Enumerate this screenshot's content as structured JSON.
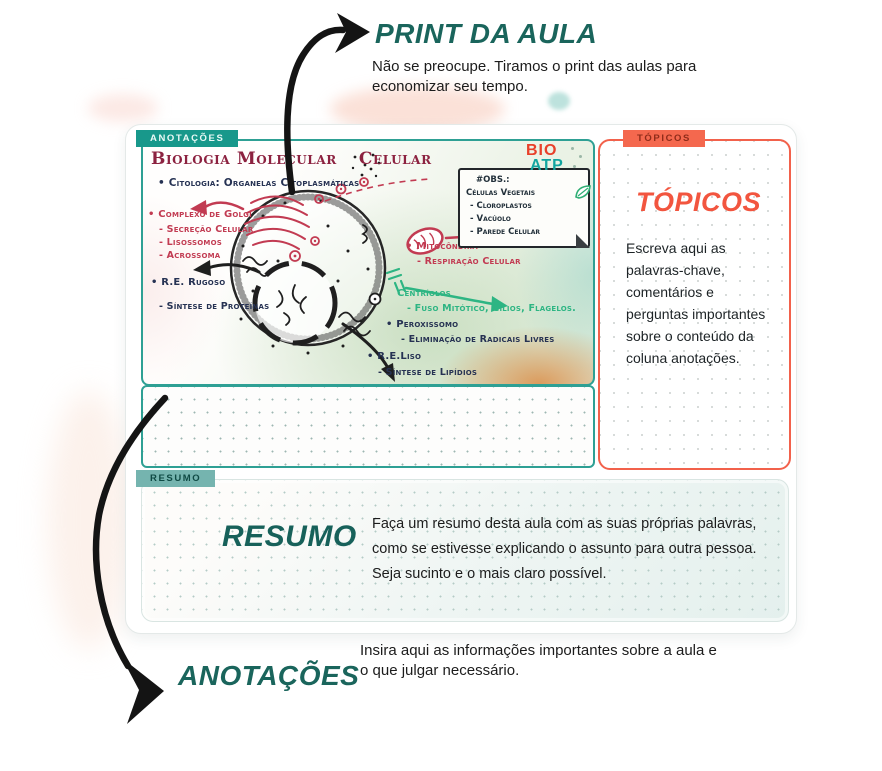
{
  "colors": {
    "teal_accent": "#18988b",
    "dark_teal_heading": "#1a655c",
    "coral_accent": "#f2614b",
    "maroon_title": "#8c2240",
    "note_red": "#c23b52",
    "note_green": "#2db583",
    "note_dark": "#263253"
  },
  "print_callout": {
    "title": "PRINT DA AULA",
    "description": "Não se preocupe. Tiramos o print das aulas para economizar seu tempo."
  },
  "annotations_callout": {
    "title": "ANOTAÇÕES",
    "description": "Insira aqui as informações importantes sobre a aula e o que julgar necessário."
  },
  "annotations_panel": {
    "badge": "ANOTAÇÕES",
    "lecture": {
      "title_left": "Biologia Molecular",
      "title_right": "Celular",
      "subtitle": "• Citologia: Organelas Citoplasmáticas",
      "golgi_label": "• Complexo de Golgi",
      "golgi_sub_1": "- Secreção Celular",
      "golgi_sub_2": "- Lisossomos",
      "golgi_sub_3": "- Acrossoma",
      "rer_label": "• R.E. Rugoso",
      "rer_sub": "- Síntese de Proteínas",
      "mito_label": "• Mitocôndria",
      "mito_sub": "- Respiração Celular",
      "centriolos_label": "Centríolos",
      "centriolos_sub": "- Fuso Mitótico, Cílios, Flagelos.",
      "peroxissomo_label": "• Peroxissomo",
      "peroxissomo_sub": "- Eliminação de Radicais Livres",
      "rel_label": "• R.E.Liso",
      "rel_sub": "- Síntese de Lipídios",
      "obs": {
        "line1": "#OBS.:",
        "line2": "Células Vegetais",
        "line3": "- Cloroplastos",
        "line4": "- Vacúolo",
        "line5": "- Parede Celular"
      },
      "logo_bio": "BIO",
      "logo_atp": "ATP"
    }
  },
  "topics_panel": {
    "badge": "TÓPICOS",
    "heading": "TÓPICOS",
    "description": "Escreva aqui as palavras-chave, comentários e perguntas importantes sobre o conteúdo da coluna anotações."
  },
  "summary_panel": {
    "badge": "RESUMO",
    "heading": "RESUMO",
    "description": "Faça um resumo desta aula com as suas próprias palavras, como se estivesse explicando o assunto para outra pessoa. Seja sucinto e o mais claro possível."
  }
}
